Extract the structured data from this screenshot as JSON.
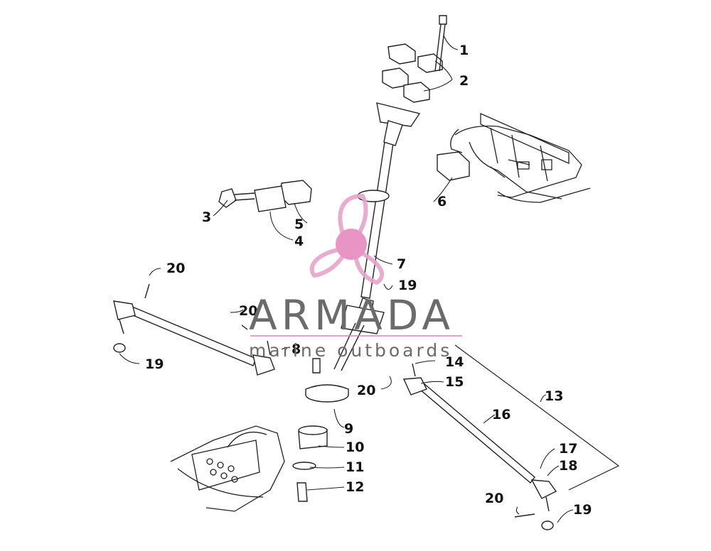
{
  "watermark": {
    "brand": "ARMADA",
    "tagline": "marine outboards",
    "brand_color": "#6b6b6b",
    "logo_color": "#e6a4c9",
    "logo_hub_color": "#e68ac0",
    "line_color": "#d982b8"
  },
  "callouts": [
    "1",
    "2",
    "3",
    "4",
    "5",
    "6",
    "7",
    "19",
    "20",
    "20",
    "8",
    "19",
    "14",
    "15",
    "20",
    "13",
    "16",
    "9",
    "10",
    "11",
    "12",
    "17",
    "18",
    "20",
    "19"
  ]
}
